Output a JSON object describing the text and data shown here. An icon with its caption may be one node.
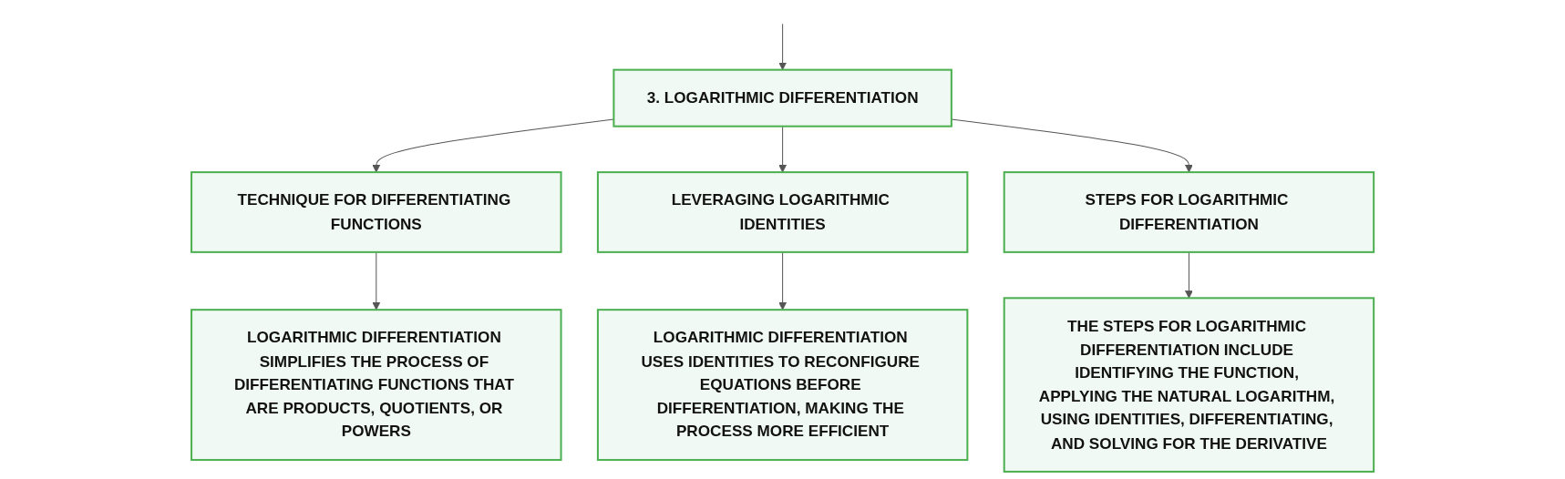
{
  "diagram": {
    "nodes": [
      {
        "text": [
          "3. LOGARITHMIC DIFFERENTIATION"
        ]
      },
      {
        "text": [
          "TECHNIQUE FOR DIFFERENTIATING FUNCTIONS"
        ]
      },
      {
        "text": [
          "LEVERAGING LOGARITHMIC IDENTITIES"
        ]
      },
      {
        "text": [
          "STEPS FOR LOGARITHMIC DIFFERENTIATION"
        ]
      },
      {
        "text": [
          "LOGARITHMIC DIFFERENTIATION SIMPLIFIES THE PROCESS OF DIFFERENTIATING FUNCTIONS THAT ARE PRODUCTS, QUOTIENTS, OR POWERS"
        ]
      },
      {
        "text": [
          "LOGARITHMIC DIFFERENTIATION USES IDENTITIES TO RECONFIGURE EQUATIONS BEFORE DIFFERENTIATION, MAKING THE PROCESS MORE EFFICIENT"
        ]
      },
      {
        "text": [
          "THE STEPS FOR LOGARITHMIC DIFFERENTIATION INCLUDE IDENTIFYING THE FUNCTION, APPLYING THE NATURAL LOGARITHM, USING IDENTITIES, DIFFERENTIATING, AND SOLVING FOR THE DERIVATIVE"
        ]
      }
    ],
    "edges": [
      {
        "from": null,
        "to": 0,
        "arrow": "to"
      },
      {
        "from": 0,
        "to": 1,
        "arrow": "to"
      },
      {
        "from": 0,
        "to": 2,
        "arrow": "to"
      },
      {
        "from": 0,
        "to": 3,
        "arrow": "to"
      },
      {
        "from": 1,
        "to": 4,
        "arrow": "to"
      },
      {
        "from": 2,
        "to": 5,
        "arrow": "to"
      },
      {
        "from": 3,
        "to": 6,
        "arrow": "to"
      }
    ]
  }
}
